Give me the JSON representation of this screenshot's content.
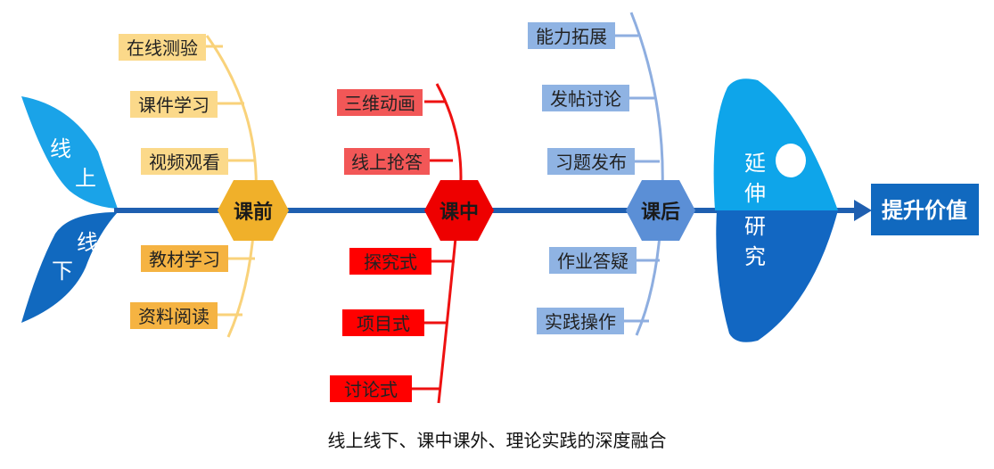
{
  "tail": {
    "upper": [
      "线",
      "上"
    ],
    "lower": [
      "线",
      "下"
    ]
  },
  "hubs": {
    "pre": "课前",
    "mid": "课中",
    "post": "课后"
  },
  "pre_items": {
    "t1": "在线测验",
    "t2": "课件学习",
    "t3": "视频观看",
    "b1": "教材学习",
    "b2": "资料阅读"
  },
  "mid_items": {
    "t1": "三维动画",
    "t2": "线上抢答",
    "b1": "探究式",
    "b2": "项目式",
    "b3": "讨论式"
  },
  "post_items": {
    "t1": "能力拓展",
    "t2": "发帖讨论",
    "t3": "习题发布",
    "b1": "作业答疑",
    "b2": "实践操作"
  },
  "head": {
    "chars": [
      "延",
      "伸",
      "研",
      "究"
    ]
  },
  "target": "提升价值",
  "caption": "线上线下、课中课外、理论实践的深度融合",
  "colors": {
    "spine": "#1f5fb0",
    "pre_branch": "#f9d27a",
    "pre_box_top": "#fbd98a",
    "pre_box_bottom": "#f5b342",
    "pre_hub": "#f0b02a",
    "mid_branch": "#ee1111",
    "mid_box_top": "#f25757",
    "mid_box_bottom": "#ff0000",
    "mid_hub": "#ee0000",
    "post_branch": "#8eaee0",
    "post_box": "#8fb3e3",
    "post_hub": "#5b8fd6",
    "head_top": "#0ea5ea",
    "head_bottom": "#1267c2",
    "tail_top": "#1aa3e8",
    "tail_bottom": "#1169bf",
    "target_box": "#1169bf"
  }
}
